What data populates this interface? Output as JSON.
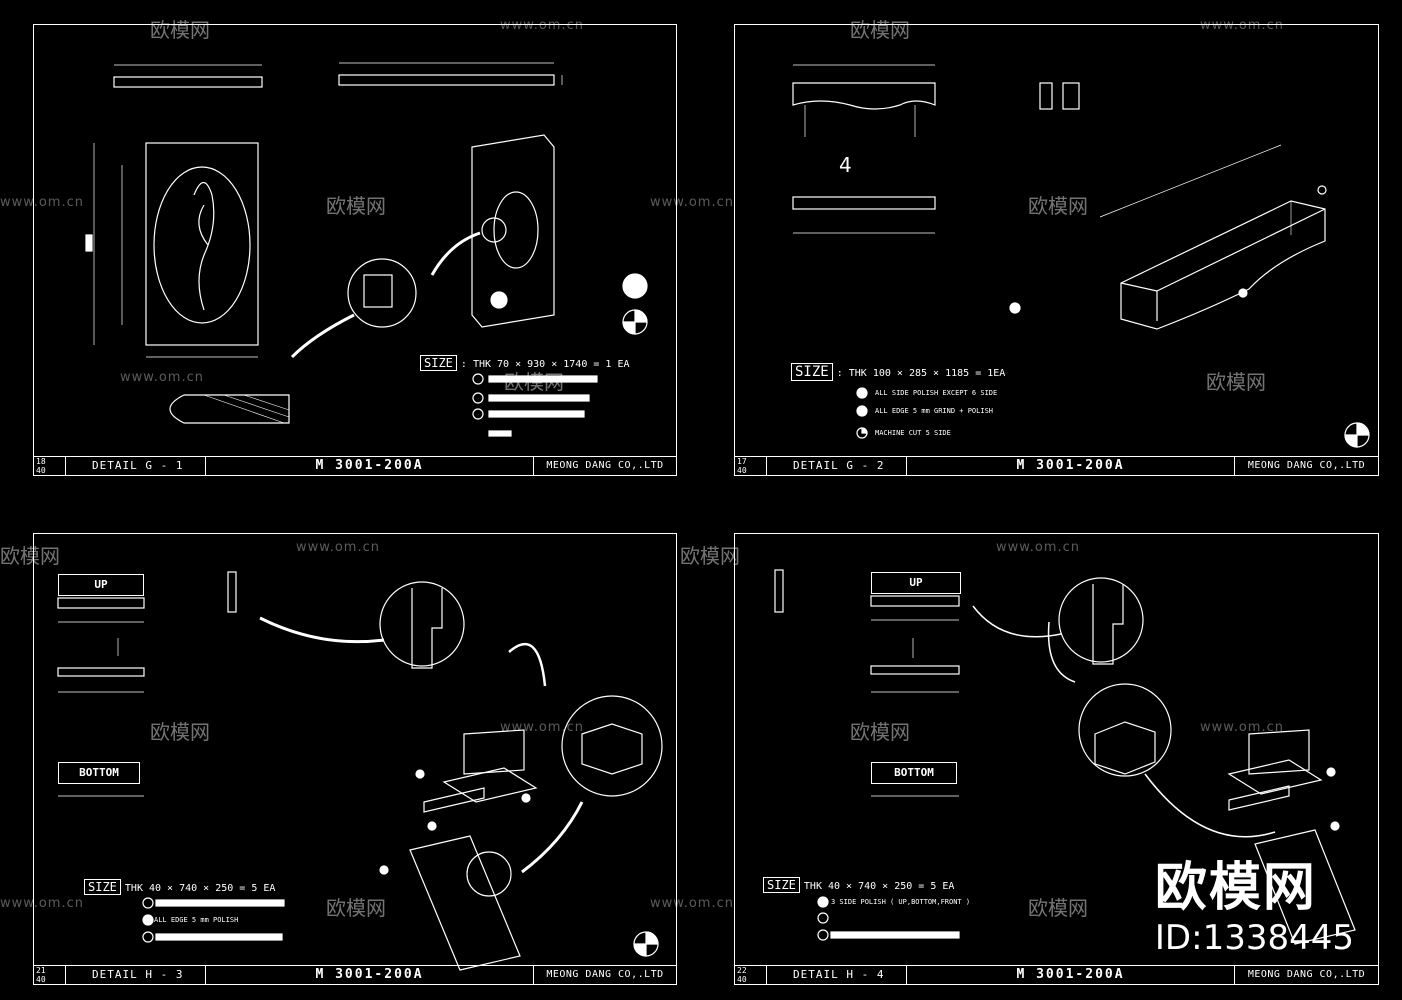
{
  "colors": {
    "background": "#000000",
    "line": "#ffffff"
  },
  "sheets": [
    {
      "num_top": "18",
      "num_bottom": "40",
      "detail": "DETAIL  G - 1",
      "model": "M 3001-200A",
      "company": "MEONG DANG CO,.LTD",
      "size_label": "SIZE",
      "size_text": ": THK 70 × 930 × 1740 = 1 EA",
      "notes": []
    },
    {
      "num_top": "17",
      "num_bottom": "40",
      "detail": "DETAIL  G - 2",
      "model": "M 3001-200A",
      "company": "MEONG DANG CO,.LTD",
      "size_label": "SIZE",
      "size_text": ": THK 100 × 285 × 1185 = 1EA",
      "notes": [
        "ALL SIDE POLISH  EXCEPT 6 SIDE",
        "ALL EDGE 5 mm GRIND + POLISH",
        "MACHINE CUT   5 SIDE"
      ],
      "view_label": "4"
    },
    {
      "num_top": "21",
      "num_bottom": "40",
      "detail": "DETAIL  H - 3",
      "model": "M 3001-200A",
      "company": "MEONG DANG CO,.LTD",
      "size_label": "SIZE",
      "size_text": "THK 40 × 740 × 250 = 5 EA",
      "notes": [
        "ALL EDGE 5 mm POLISH"
      ],
      "up_label": "UP",
      "bottom_label": "BOTTOM"
    },
    {
      "num_top": "22",
      "num_bottom": "40",
      "detail": "DETAIL  H - 4",
      "model": "M 3001-200A",
      "company": "MEONG DANG CO,.LTD",
      "size_label": "SIZE",
      "size_text": "THK 40 × 740 × 250 = 5 EA",
      "notes": [
        "3 SIDE POLISH ( UP,BOTTOM,FRONT )"
      ],
      "up_label": "UP",
      "bottom_label": "BOTTOM"
    }
  ],
  "watermarks": {
    "brand": "欧模网",
    "url": "www.om.cn"
  },
  "brand_id": {
    "title": "欧模网",
    "id": "ID:1338445"
  }
}
